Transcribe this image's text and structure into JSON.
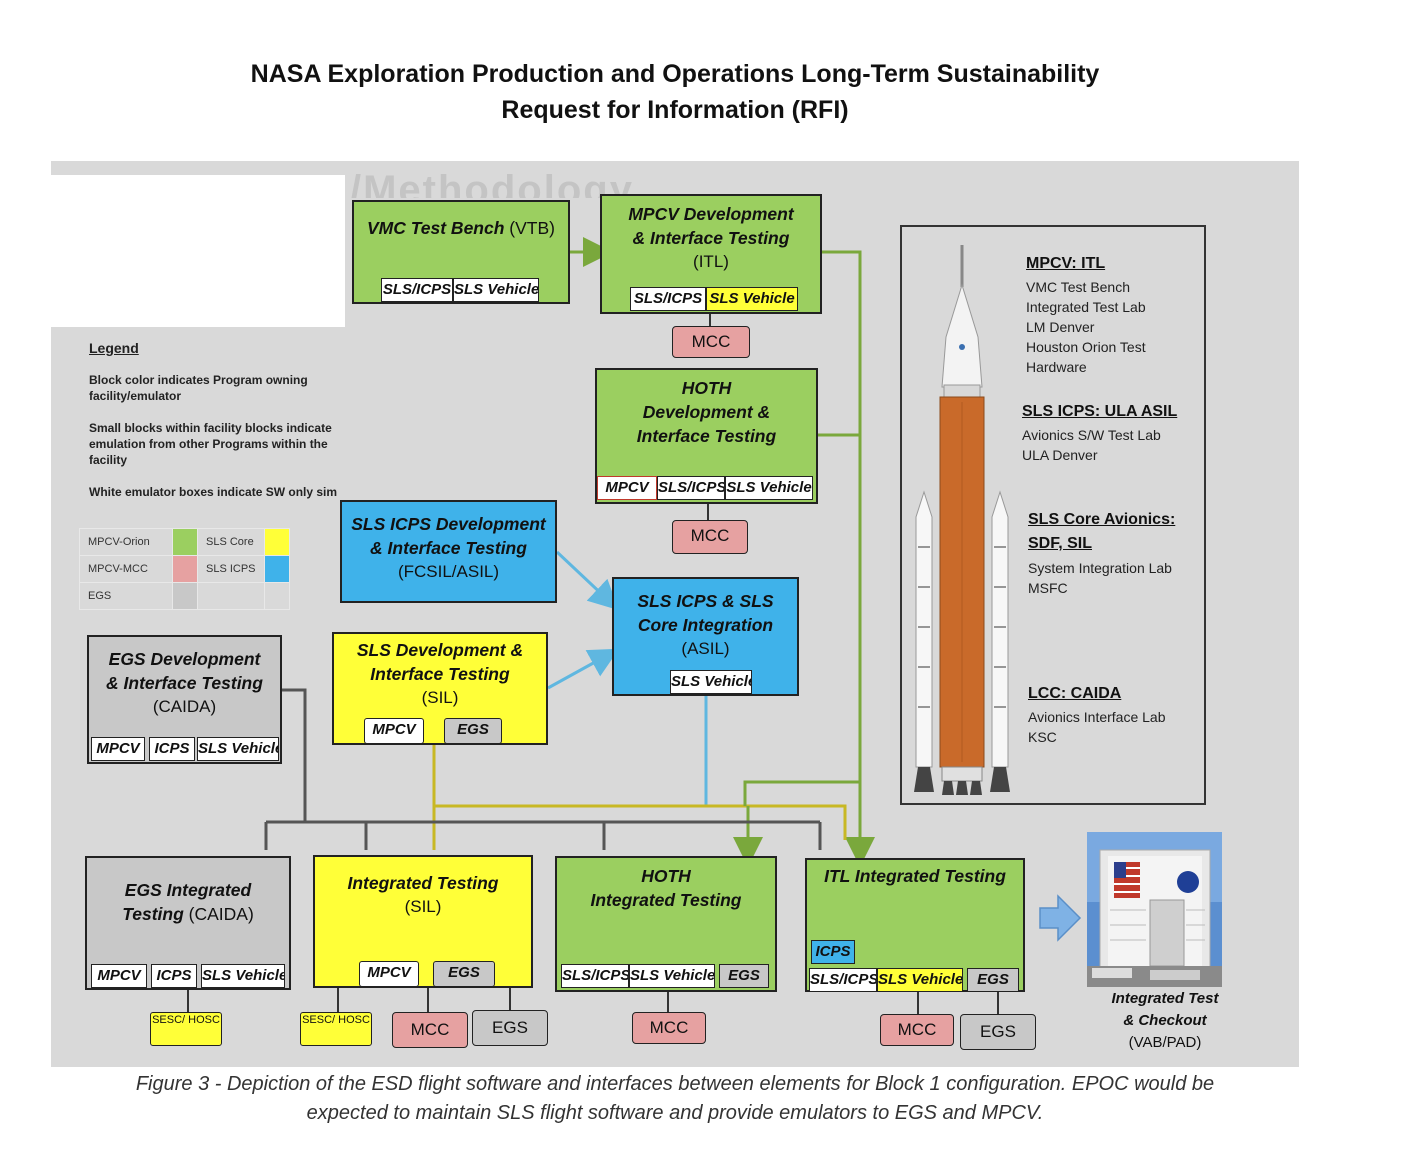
{
  "header": {
    "title_line1": "NASA Exploration Production and Operations Long-Term Sustainability",
    "title_line2": "Request for Information (RFI)"
  },
  "watermark": "/Methodology",
  "legend": {
    "heading": "Legend",
    "note1": "Block color indicates Program owning facility/emulator",
    "note2": "Small blocks within facility blocks indicate emulation from other Programs within the facility",
    "note3": "White emulator boxes indicate SW only sim",
    "rows": [
      {
        "a": "MPCV-Orion",
        "a_color": "#9bcf60",
        "b": "SLS Core",
        "b_color": "#ffff38"
      },
      {
        "a": "MPCV-MCC",
        "a_color": "#e6a1a1",
        "b": "SLS ICPS",
        "b_color": "#3fb2ea"
      },
      {
        "a": "EGS",
        "a_color": "#c8c8c8",
        "b": "",
        "b_color": ""
      }
    ]
  },
  "blocks": {
    "vtb": {
      "title": "VMC Test Bench",
      "suffix": "(VTB)",
      "chips": [
        "SLS/ICPS",
        "SLS Vehicle"
      ]
    },
    "itl": {
      "title1": "MPCV Development",
      "title2": "& Interface Testing",
      "sub": "(ITL)",
      "chips": [
        "SLS/ICPS",
        "SLS Vehicle"
      ],
      "mcc": "MCC"
    },
    "hoth": {
      "title1": "HOTH",
      "title2": "Development &",
      "title3": "Interface Testing",
      "chips": [
        "MPCV",
        "SLS/ICPS",
        "SLS Vehicle"
      ],
      "mcc": "MCC"
    },
    "fcsil": {
      "title1": "SLS ICPS Development",
      "title2": "& Interface Testing",
      "sub": "(FCSIL/ASIL)"
    },
    "asil": {
      "title1": "SLS ICPS & SLS",
      "title2": "Core Integration",
      "sub": "(ASIL)",
      "chips": [
        "SLS Vehicle"
      ]
    },
    "caida": {
      "title1": "EGS Development",
      "title2": "& Interface Testing",
      "sub": "(CAIDA)",
      "chips": [
        "MPCV",
        "ICPS",
        "SLS Vehicle"
      ]
    },
    "sil": {
      "title1": "SLS Development &",
      "title2": "Interface Testing",
      "sub": "(SIL)",
      "chips": [
        "MPCV",
        "EGS"
      ]
    },
    "egs_int": {
      "title1": "EGS Integrated",
      "title2": "Testing",
      "sub": "(CAIDA)",
      "chips": [
        "MPCV",
        "ICPS",
        "SLS Vehicle"
      ],
      "below": [
        "SESC/ HOSC"
      ]
    },
    "sil_int": {
      "title1": "Integrated Testing",
      "sub": "(SIL)",
      "chips": [
        "MPCV",
        "EGS"
      ],
      "below": [
        "SESC/ HOSC",
        "MCC",
        "EGS"
      ]
    },
    "hoth_int": {
      "title1": "HOTH",
      "title2": "Integrated Testing",
      "chips": [
        "SLS/ICPS",
        "SLS Vehicle",
        "EGS"
      ],
      "below": [
        "MCC"
      ]
    },
    "itl_int": {
      "title1": "ITL Integrated Testing",
      "chips_top": [
        "ICPS"
      ],
      "chips": [
        "SLS/ICPS",
        "SLS Vehicle",
        "EGS"
      ],
      "below": [
        "MCC",
        "EGS"
      ]
    }
  },
  "facilities": {
    "mpcv_head": "MPCV:  ITL",
    "mpcv_lines": [
      "VMC Test Bench",
      "Integrated Test Lab",
      "LM Denver",
      "Houston Orion Test",
      "Hardware"
    ],
    "icps_head": "SLS ICPS: ULA ASIL",
    "icps_lines": [
      "Avionics S/W Test Lab",
      "ULA Denver"
    ],
    "core_head1": "SLS Core Avionics:",
    "core_head2": "SDF, SIL",
    "core_lines": [
      "System Integration Lab",
      "MSFC"
    ],
    "lcc_head": "LCC:   CAIDA",
    "lcc_lines": [
      "Avionics Interface Lab",
      "KSC"
    ]
  },
  "vab": {
    "line1": "Integrated Test",
    "line2": "& Checkout",
    "line3": "(VAB/PAD)"
  },
  "caption": {
    "line1": "Figure 3 - Depiction of the ESD flight software and interfaces between elements for Block 1 configuration.  EPOC would be",
    "line2": "expected to maintain SLS flight software and provide emulators to EGS and MPCV."
  },
  "colors": {
    "orion_green": "#9bcf60",
    "sls_yellow": "#ffff38",
    "icps_blue": "#3fb2ea",
    "egs_gray": "#c8c8c8",
    "mcc_pink": "#e6a1a1",
    "line_green": "#7aa83c",
    "line_yellow": "#c8b824",
    "line_blue": "#5fb7e0",
    "line_gray": "#555555"
  }
}
